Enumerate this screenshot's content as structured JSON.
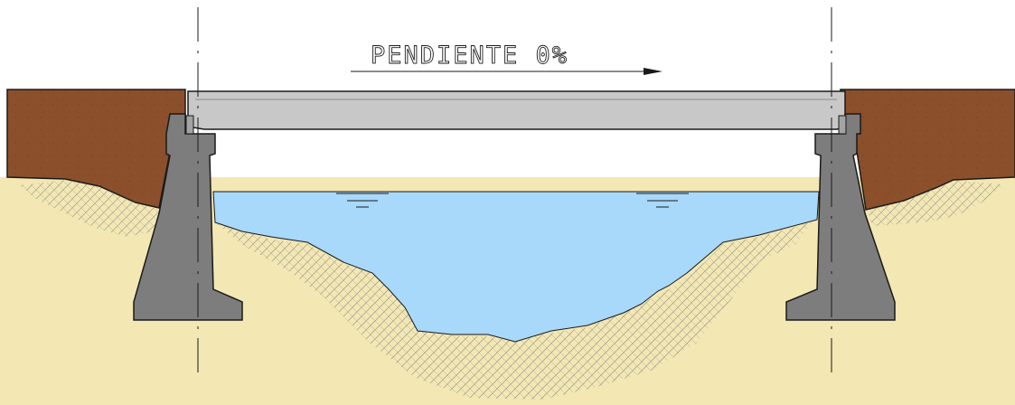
{
  "annotation": {
    "slope_label": "PENDIENTE 0%"
  },
  "colors": {
    "background": "#ffffff",
    "sand": "#f3e7b3",
    "fill_soil": "#8b4f2c",
    "water": "#a8d8fa",
    "abutment": "#7d7d7d",
    "deck": "#c8c8c8",
    "outline": "#1a1a1a"
  },
  "symbols": {
    "water_level_left": "water-level-symbol",
    "water_level_right": "water-level-symbol",
    "slope_arrow": "arrow-right"
  }
}
